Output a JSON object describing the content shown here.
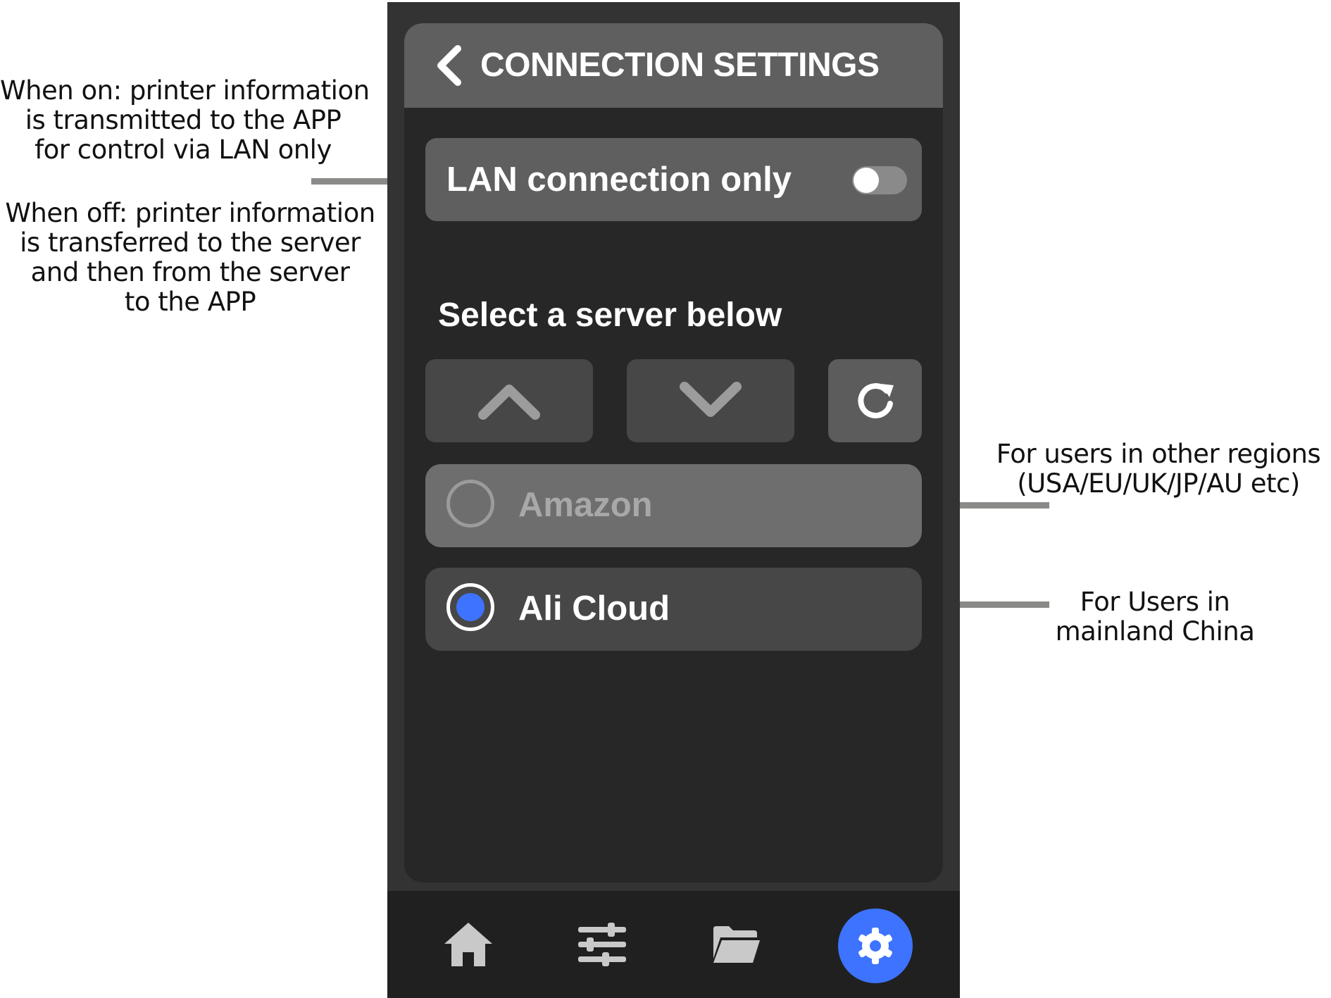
{
  "annotations": {
    "lan_on": [
      "When on: printer information",
      "is transmitted to the APP",
      "for control via LAN only"
    ],
    "lan_off": [
      "When off: printer information",
      "is transferred to the server",
      "and then from the server",
      "to the APP"
    ],
    "amazon": [
      "For users in other regions",
      "(USA/EU/UK/JP/AU etc)"
    ],
    "ali": [
      "For Users in",
      "mainland China"
    ]
  },
  "header": {
    "title": "CONNECTION SETTINGS",
    "back_icon": "chevron-left-icon"
  },
  "lan": {
    "label": "LAN connection only",
    "enabled": false
  },
  "servers": {
    "title": "Select a server below",
    "controls": {
      "up_icon": "chevron-up-icon",
      "down_icon": "chevron-down-icon",
      "refresh_icon": "refresh-icon"
    },
    "options": [
      {
        "label": "Amazon",
        "selected": false
      },
      {
        "label": "Ali Cloud",
        "selected": true
      }
    ]
  },
  "nav": {
    "items": [
      "home-icon",
      "sliders-icon",
      "folder-icon",
      "gear-icon"
    ],
    "active": "gear-icon",
    "accent": "#3d73ff"
  }
}
